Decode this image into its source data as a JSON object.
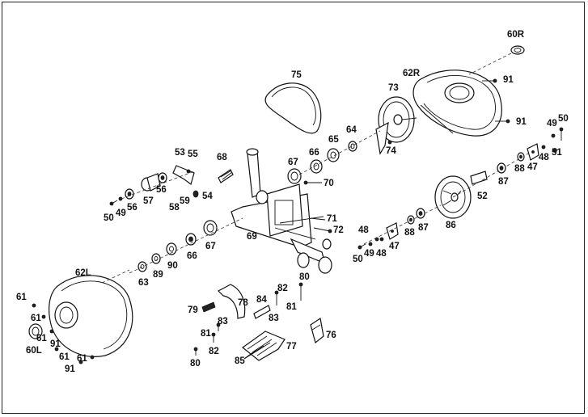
{
  "labels": {
    "p60R": "60R",
    "p62R": "62R",
    "p91a": "91",
    "p75": "75",
    "p73": "73",
    "p91b": "91",
    "p49a": "49",
    "p50a": "50",
    "p64": "64",
    "p65": "65",
    "p74": "74",
    "p51": "51",
    "p48a": "48",
    "p47a": "47",
    "p88a": "88",
    "p87a": "87",
    "p53": "53",
    "p55": "55",
    "p68": "68",
    "p66a": "66",
    "p67a": "67",
    "p70": "70",
    "p52": "52",
    "p57": "57",
    "p56a": "56",
    "p59": "59",
    "p54": "54",
    "p58": "58",
    "p50b": "50",
    "p49b": "49",
    "p56b": "56",
    "p71": "71",
    "p72": "72",
    "p69": "69",
    "p86": "86",
    "p88b": "88",
    "p87b": "87",
    "p48b": "48",
    "p50c": "50",
    "p49c": "49",
    "p48c": "48",
    "p47b": "47",
    "p67b": "67",
    "p66b": "66",
    "p90": "90",
    "p89": "89",
    "p63": "63",
    "p62L": "62L",
    "p61a": "61",
    "p61b": "61",
    "p61c": "61",
    "p61d": "61",
    "p61e": "61",
    "p60L": "60L",
    "p91c": "91",
    "p91d": "91",
    "p80a": "80",
    "p82a": "82",
    "p81a": "81",
    "p84": "84",
    "p83a": "83",
    "p79": "79",
    "p78": "78",
    "p83b": "83",
    "p81b": "81",
    "p82b": "82",
    "p80b": "80",
    "p77": "77",
    "p85": "85",
    "p76": "76"
  }
}
